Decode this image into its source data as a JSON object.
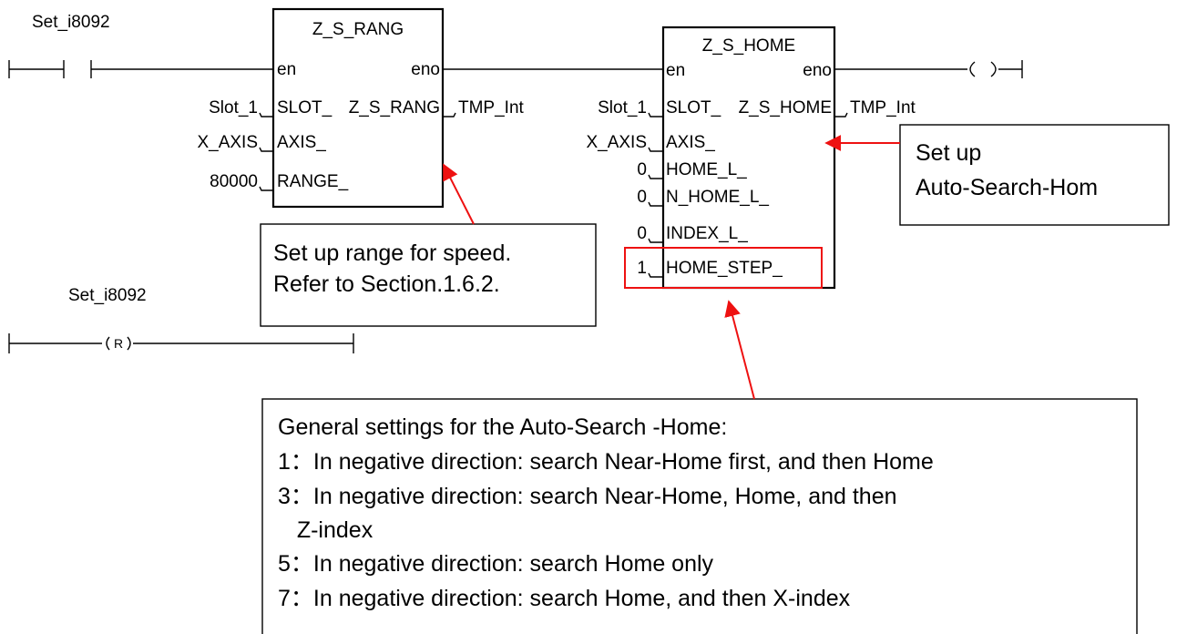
{
  "rung1": {
    "contact_label": "Set_i8092",
    "coil": "( )"
  },
  "z_s_rang": {
    "title": "Z_S_RANG",
    "en": "en",
    "eno": "eno",
    "pins_left": [
      "SLOT_",
      "AXIS_",
      "RANGE_"
    ],
    "pin_out": "Z_S_RANG",
    "inputs": [
      "Slot_1",
      "X_AXIS",
      "80000"
    ],
    "output": "TMP_Int"
  },
  "z_s_home": {
    "title": "Z_S_HOME",
    "en": "en",
    "eno": "eno",
    "pins_left": [
      "SLOT_",
      "AXIS_",
      "HOME_L_",
      "N_HOME_L_",
      "INDEX_L_",
      "HOME_STEP_"
    ],
    "pin_out": "Z_S_HOME",
    "inputs": [
      "Slot_1",
      "X_AXIS",
      "0",
      "0",
      "0",
      "1"
    ],
    "output": "TMP_Int"
  },
  "rung2": {
    "coil_label": "Set_i8092",
    "coil": "(R)"
  },
  "callouts": {
    "range_note": [
      "Set up range for speed.",
      "Refer to Section.1.6.2."
    ],
    "home_note": [
      "Set up",
      "Auto-Search-Hom"
    ],
    "general": [
      "General settings for the Auto-Search -Home:",
      "1：In negative direction: search Near-Home first, and then Home",
      "3：In negative direction: search Near-Home, Home, and then",
      "   Z-index",
      "5：In negative direction: search Home only",
      "7：In negative direction: search Home, and then X-index"
    ]
  },
  "colors": {
    "annotation": "#e11111",
    "line": "#000000"
  }
}
